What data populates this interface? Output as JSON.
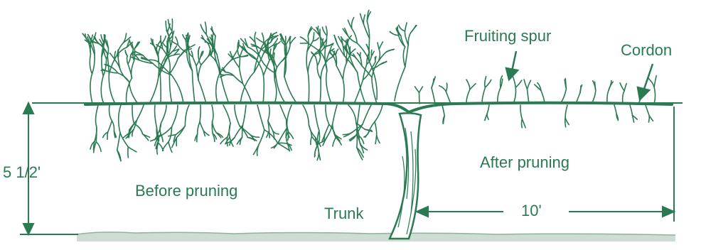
{
  "labels": {
    "fruiting_spur": "Fruiting spur",
    "cordon": "Cordon",
    "height": "5 1/2'",
    "before_pruning": "Before pruning",
    "after_pruning": "After pruning",
    "trunk": "Trunk",
    "spacing": "10'"
  },
  "colors": {
    "ink": "#2a7a52",
    "ground": "#b8c7bd"
  }
}
